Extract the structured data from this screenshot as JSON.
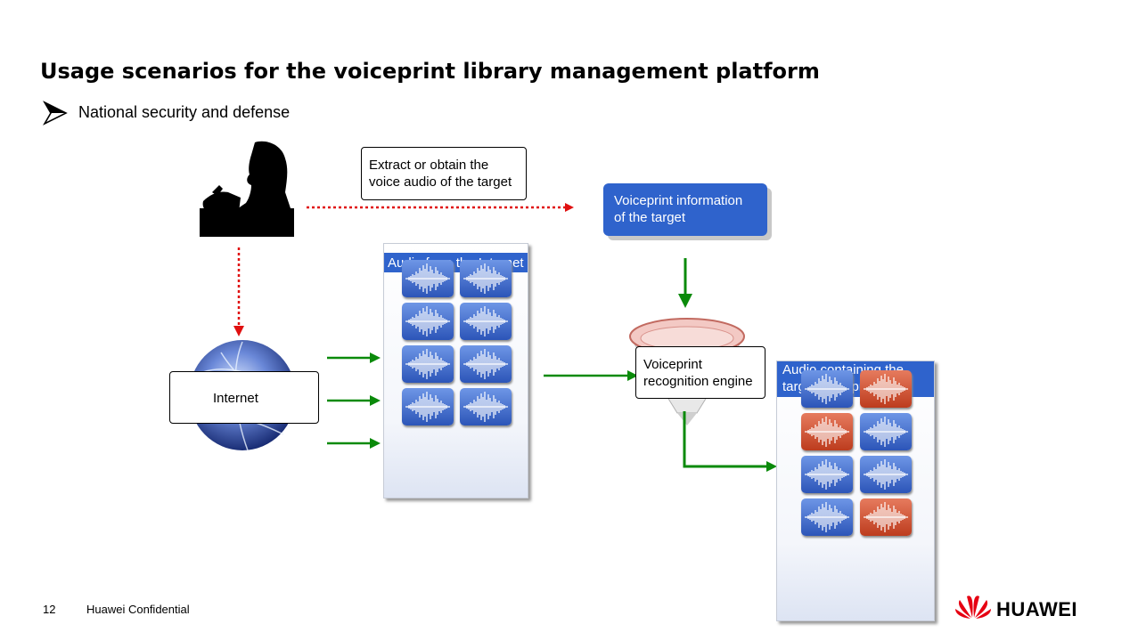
{
  "title": "Usage scenarios for the voiceprint library management platform",
  "bullet": "National security and defense",
  "extract_label": "Extract or obtain the voice audio of the target",
  "voiceprint_info": "Voiceprint information of the target",
  "internet_label": "Internet",
  "internet_panel_title": "Audio from the Internet",
  "engine_label": "Voiceprint recognition engine",
  "result_panel_title": "Audio containing the target voiceprint",
  "footer": {
    "page_number": "12",
    "confidential": "Huawei Confidential",
    "brand": "HUAWEI"
  },
  "colors": {
    "accent_blue": "#2f63cc",
    "arrow_green": "#0a8a0a",
    "arrow_red": "#e01010",
    "match_red": "#cc4422",
    "brand_red": "#e60012"
  },
  "internet_clips": [
    "blue",
    "blue",
    "blue",
    "blue",
    "blue",
    "blue",
    "blue",
    "blue"
  ],
  "result_clips": [
    "blue",
    "red",
    "red",
    "blue",
    "blue",
    "blue",
    "blue",
    "red"
  ]
}
